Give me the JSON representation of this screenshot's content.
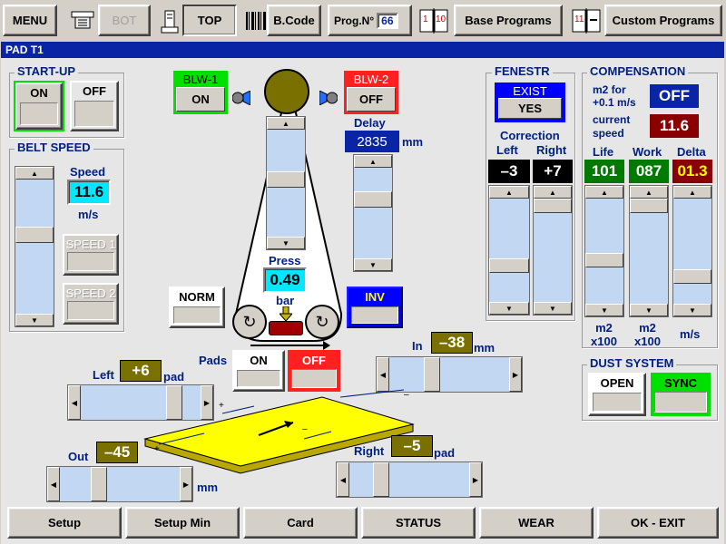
{
  "toolbar": {
    "menu": "MENU",
    "bot": "BOT",
    "top": "TOP",
    "bcode": "B.Code",
    "prog_label": "Prog.N°",
    "prog_value": "66",
    "base_programs": "Base Programs",
    "custom_programs": "Custom Programs"
  },
  "window": {
    "title": "PAD  T1"
  },
  "startup": {
    "title": "START-UP",
    "on": "ON",
    "off": "OFF"
  },
  "belt_speed": {
    "title": "BELT SPEED",
    "speed_label": "Speed",
    "speed_value": "11.6",
    "unit": "m/s",
    "speed1": "SPEED 1",
    "speed2": "SPEED 2"
  },
  "blowers": {
    "blw1": "BLW-1",
    "blw1_state": "ON",
    "blw2": "BLW-2",
    "blw2_state": "OFF",
    "delay_label": "Delay",
    "delay_value": "2835",
    "delay_unit": "mm"
  },
  "press": {
    "label": "Press",
    "value": "0.49",
    "unit": "bar",
    "norm": "NORM",
    "inv": "INV"
  },
  "pads": {
    "label": "Pads",
    "on": "ON",
    "off": "OFF"
  },
  "fenestr": {
    "title": "FENESTR",
    "exist": "EXIST",
    "exist_value": "YES",
    "correction": "Correction",
    "left": "Left",
    "right": "Right",
    "left_value": "–3",
    "right_value": "+7"
  },
  "compensation": {
    "title": "COMPENSATION",
    "m2_label": "m2 for\n+0.1 m/s",
    "m2_value": "OFF",
    "current_speed_label": "current\nspeed",
    "current_speed_value": "11.6",
    "life": "Life",
    "work": "Work",
    "delta": "Delta",
    "life_value": "101",
    "work_value": "087",
    "delta_value": "01.3",
    "unit_life": "m2\nx100",
    "unit_work": "m2\nx100",
    "unit_delta": "m/s"
  },
  "dust": {
    "title": "DUST SYSTEM",
    "open": "OPEN",
    "sync": "SYNC"
  },
  "positions": {
    "in_label": "In",
    "in_value": "–38",
    "in_unit": "mm",
    "left_label": "Left",
    "left_value": "+6",
    "left_unit": "pad",
    "right_label": "Right",
    "right_value": "–5",
    "right_unit": "pad",
    "out_label": "Out",
    "out_value": "–45",
    "out_unit": "mm"
  },
  "bottom": [
    "Setup",
    "Setup Min",
    "Card",
    "STATUS",
    "WEAR",
    "OK - EXIT"
  ],
  "colors": {
    "title_bar": "#0a24a6",
    "on_green": "#00e000",
    "off_red": "#ff2020",
    "value_cyan": "#00e8ff",
    "value_olive": "#7a7000",
    "value_navy": "#0a24a6",
    "inv_blue": "#0000ff"
  }
}
